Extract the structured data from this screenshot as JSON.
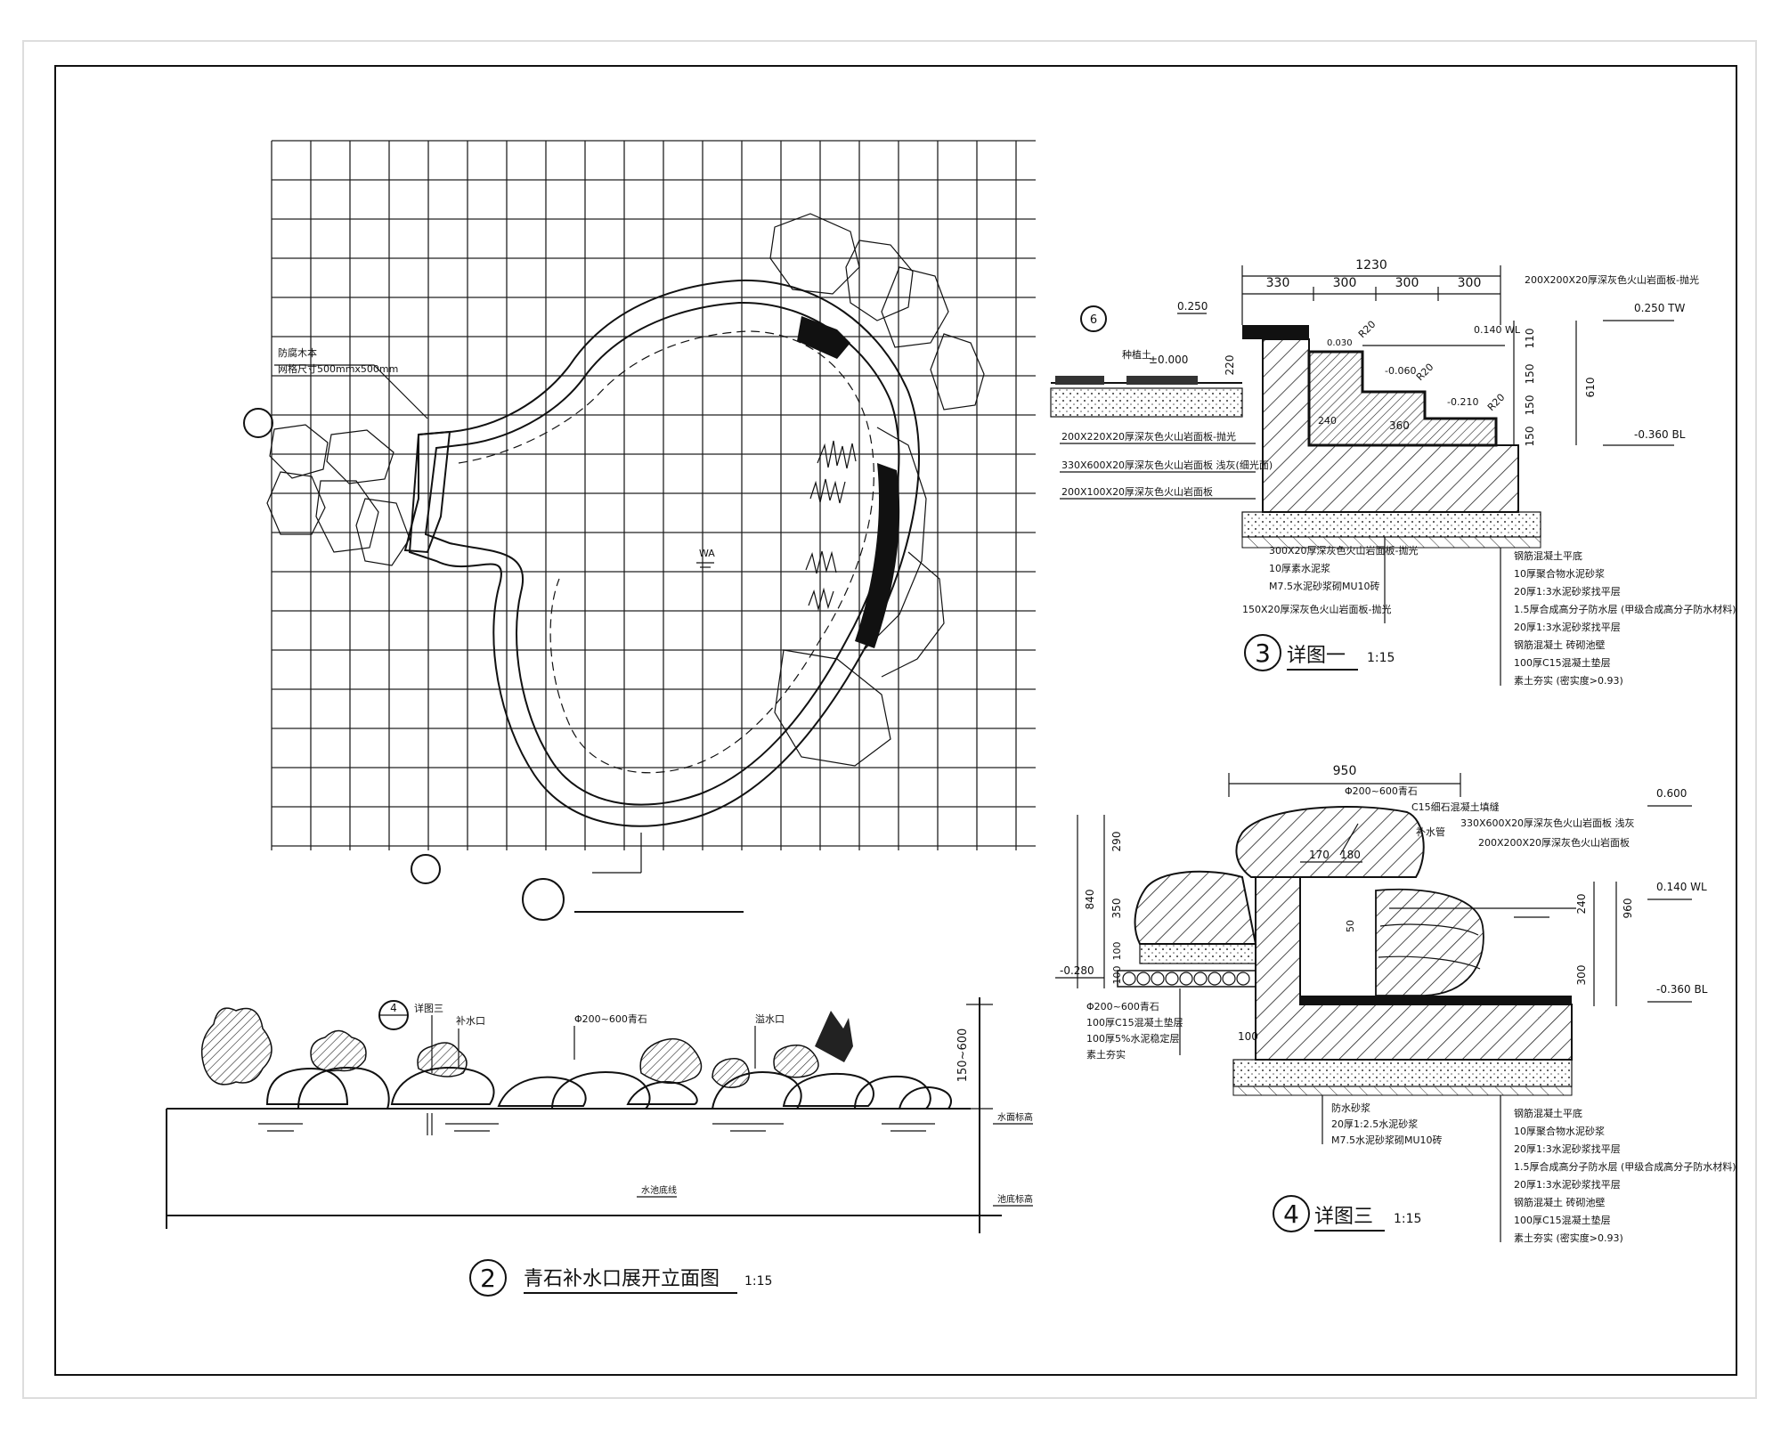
{
  "plan": {
    "note_line1": "防腐木本",
    "note_line2": "网格尺寸500mmx500mm",
    "water_symbol": "WA"
  },
  "detail3": {
    "number": "3",
    "title": "详图一",
    "scale": "1:15",
    "dim_total": "1230",
    "dims_top": [
      "330",
      "300",
      "300",
      "300"
    ],
    "elev_left": "0.250",
    "elev_zero": "±0.000",
    "elev_tw": "0.250 TW",
    "elev_wl": "0.140 WL",
    "elev_bl": "-0.360 BL",
    "elev_m060": "-0.060",
    "elev_m210": "-0.210",
    "r_labels": [
      "R20",
      "R20",
      "R20"
    ],
    "dims_right": [
      "110",
      "150",
      "150",
      "150"
    ],
    "dim_610": "610",
    "dim_220": "220",
    "dim_360": "360",
    "dim_240": "240",
    "elev_mid": "0.030",
    "callout_circle": "6",
    "left_label": "种植土",
    "top_label": "200X200X20厚深灰色火山岩面板-抛光",
    "left_notes": [
      "200X220X20厚深灰色火山岩面板-抛光",
      "330X600X20厚深灰色火山岩面板 浅灰(细光面)",
      "200X100X20厚深灰色火山岩面板"
    ],
    "bottom_notes": [
      "300X20厚深灰色火山岩面板-抛光",
      "10厚素水泥浆",
      "M7.5水泥砂浆砌MU10砖",
      "150X20厚深灰色火山岩面板-抛光"
    ],
    "layers": [
      "钢筋混凝土平底",
      "10厚聚合物水泥砂浆",
      "20厚1:3水泥砂浆找平层",
      "1.5厚合成高分子防水层 (甲级合成高分子防水材料)",
      "20厚1:3水泥砂浆找平层",
      "钢筋混凝土  砖砌池壁",
      "100厚C15混凝土垫层",
      "素土夯实 (密实度>0.93)"
    ]
  },
  "detail4": {
    "number": "4",
    "title": "详图三",
    "scale": "1:15",
    "dim_950": "950",
    "stone_label": "Φ200~600青石",
    "c15_label": "C15细石混凝土填缝",
    "top_notes": [
      "330X600X20厚深灰色火山岩面板 浅灰",
      "200X200X20厚深灰色火山岩面板"
    ],
    "pipe_label": "补水管",
    "dims_small": [
      "170",
      "180"
    ],
    "dims_left": [
      "290",
      "350",
      "100",
      "100"
    ],
    "dim_840": "840",
    "dims_right": [
      "240",
      "300"
    ],
    "dim_960": "960",
    "dim_50": "50",
    "dim_100": "100",
    "elev_top": "0.600",
    "elev_wl": "0.140 WL",
    "elev_bl": "-0.360 BL",
    "elev_left": "-0.280",
    "left_notes": [
      "Φ200~600青石",
      "100厚C15混凝土垫层",
      "100厚5%水泥稳定层",
      "素土夯实"
    ],
    "bottom_notes": [
      "防水砂浆",
      "20厚1:2.5水泥砂浆",
      "M7.5水泥砂浆砌MU10砖"
    ],
    "layers": [
      "钢筋混凝土平底",
      "10厚聚合物水泥砂浆",
      "20厚1:3水泥砂浆找平层",
      "1.5厚合成高分子防水层 (甲级合成高分子防水材料)",
      "20厚1:3水泥砂浆找平层",
      "钢筋混凝土  砖砌池壁",
      "100厚C15混凝土垫层",
      "素土夯实 (密实度>0.93)"
    ]
  },
  "elevation": {
    "number": "2",
    "title": "青石补水口展开立面图",
    "scale": "1:15",
    "callout_number": "4",
    "callout_sheet": "详图三",
    "label_inlet": "补水口",
    "label_stone": "Φ200~600青石",
    "label_outlet": "溢水口",
    "dim_height": "150~600",
    "label_wl": "水面标高",
    "label_bottom": "池底标高",
    "label_center": "水池底线"
  }
}
